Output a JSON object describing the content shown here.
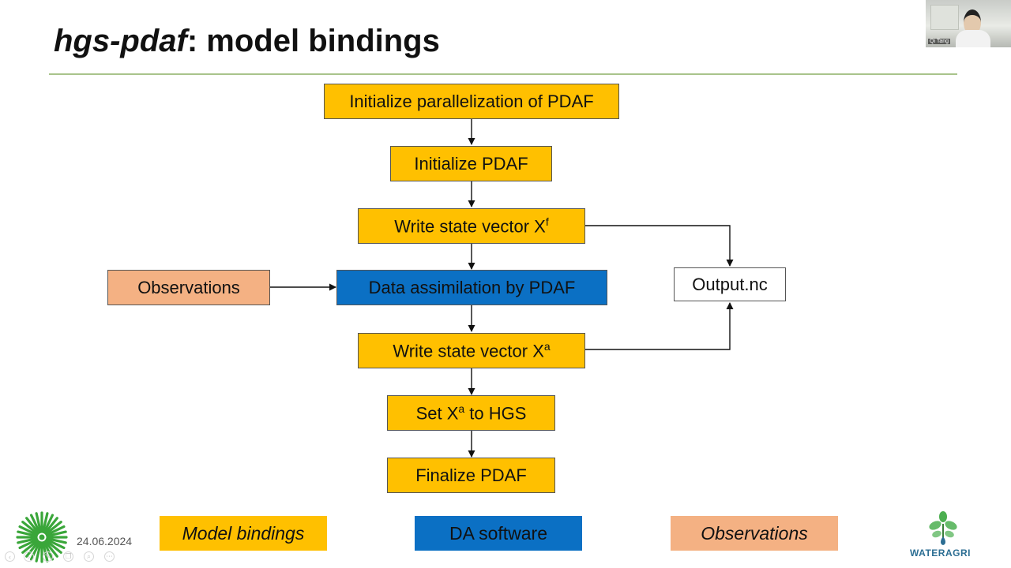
{
  "slide": {
    "title_italic": "hgs-pdaf",
    "title_rest": ": model bindings",
    "date": "24.06.2024"
  },
  "flow": {
    "init_parallel": "Initialize parallelization of PDAF",
    "init_pdaf": "Initialize PDAF",
    "write_state_f": {
      "text": "Write state vector X",
      "sup": "f"
    },
    "observations": "Observations",
    "data_assimilation": "Data assimilation by PDAF",
    "output": "Output.nc",
    "write_state_a": {
      "text": "Write state vector X",
      "sup": "a"
    },
    "set_xa": {
      "pre": "Set X",
      "sup": "a",
      "post": " to HGS"
    },
    "finalize": "Finalize PDAF"
  },
  "legend": {
    "model_bindings": "Model bindings",
    "da_software": "DA software",
    "observations": "Observations"
  },
  "colors": {
    "model_bindings": "#ffc000",
    "da_software": "#0b70c4",
    "observations": "#f4b183",
    "rule": "#a9c48b"
  },
  "logos": {
    "left": "sunburst-logo",
    "right_label": "WATERAGRI"
  },
  "video": {
    "participant_name": "Qi Tang"
  },
  "toolbar_icons": [
    "back-icon",
    "forward-icon",
    "pen-icon",
    "copy-icon",
    "zoom-icon",
    "more-icon"
  ]
}
